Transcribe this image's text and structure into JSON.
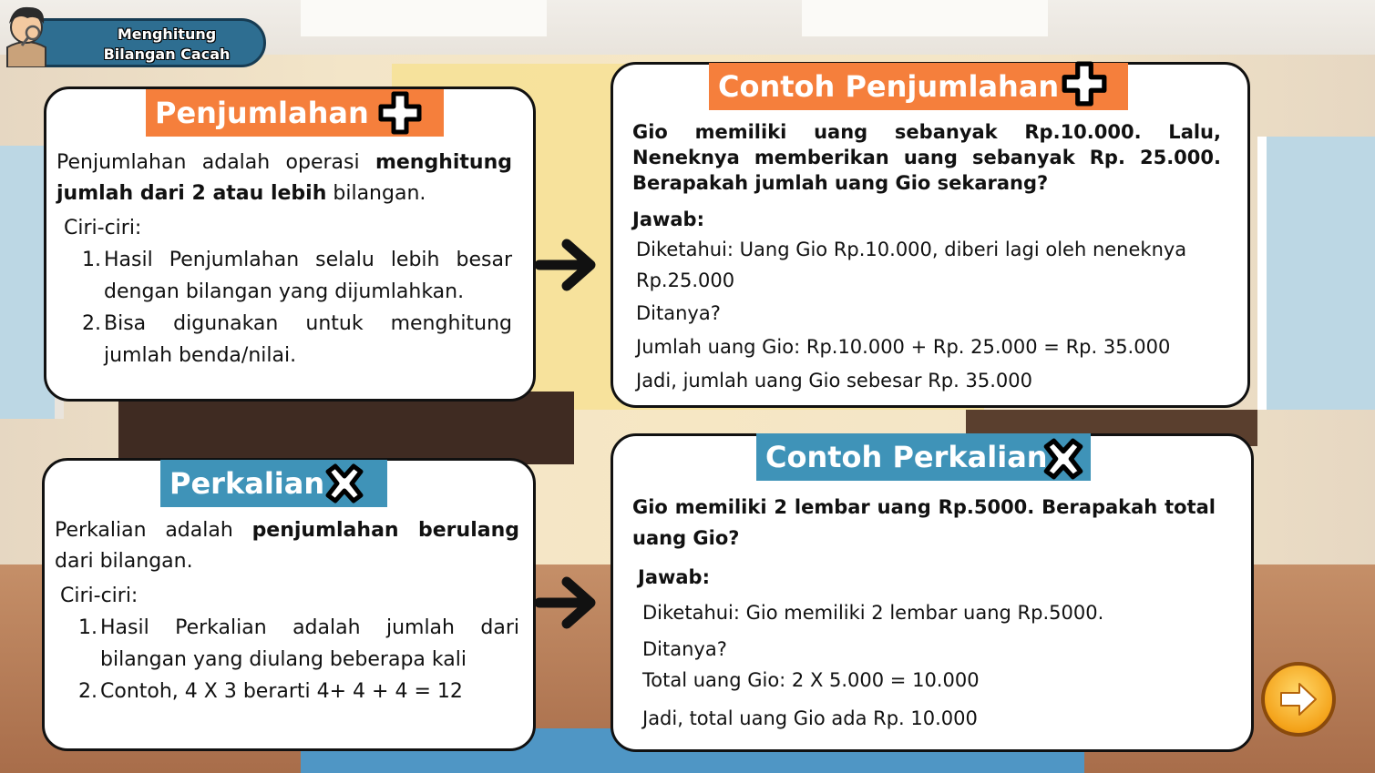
{
  "header": {
    "title_line1": "Menghitung",
    "title_line2": "Bilangan Cacah"
  },
  "penjumlahan": {
    "label": "Penjumlahan",
    "def_pre": "Penjumlahan adalah operasi ",
    "def_bold": "menghitung jumlah dari 2 atau lebih",
    "def_post": "  bilangan.",
    "ciri": "Ciri-ciri:",
    "items": [
      {
        "num": "1.",
        "text": "Hasil Penjumlahan selalu lebih besar dengan bilangan yang dijumlahkan."
      },
      {
        "num": "2.",
        "text": "Bisa digunakan untuk menghitung jumlah benda/nilai."
      }
    ]
  },
  "perkalian": {
    "label": "Perkalian",
    "def_pre": "Perkalian adalah ",
    "def_bold": "penjumlahan berulang",
    "def_post": " dari bilangan.",
    "ciri": "Ciri-ciri:",
    "items": [
      {
        "num": "1.",
        "text": "Hasil Perkalian adalah jumlah dari bilangan yang diulang beberapa kali"
      },
      {
        "num": "2.",
        "text": "Contoh,  4 X 3 berarti 4+ 4 + 4 = 12"
      }
    ]
  },
  "contoh_penjumlahan": {
    "label": "Contoh Penjumlahan",
    "question": "Gio memiliki uang sebanyak Rp.10.000. Lalu, Neneknya memberikan uang sebanyak Rp. 25.000. Berapakah jumlah uang Gio sekarang?",
    "jawab": "Jawab:",
    "diketahui_1": "Diketahui: Uang Gio Rp.10.000, diberi lagi oleh neneknya",
    "diketahui_2": "Rp.25.000",
    "ditanya": "Ditanya?",
    "hitung": "Jumlah uang Gio: Rp.10.000 + Rp. 25.000 = Rp. 35.000",
    "jadi": "Jadi, jumlah uang Gio sebesar Rp. 35.000"
  },
  "contoh_perkalian": {
    "label": "Contoh Perkalian",
    "question": "Gio memiliki 2 lembar uang Rp.5000. Berapakah total uang Gio?",
    "jawab": "Jawab:",
    "diketahui": "Diketahui: Gio memiliki 2 lembar uang Rp.5000.",
    "ditanya": "Ditanya?",
    "hitung": "Total uang Gio: 2 X 5.000 =   10.000",
    "jadi": "Jadi, total uang Gio ada Rp. 10.000"
  },
  "colors": {
    "orange": "#f57f3c",
    "teal": "#3f93b8",
    "banner": "#2e6e91"
  },
  "icons": {
    "plus": "plus-icon",
    "times": "times-icon",
    "arrow": "arrow-right-icon",
    "next": "next-arrow-icon",
    "avatar": "avatar"
  }
}
